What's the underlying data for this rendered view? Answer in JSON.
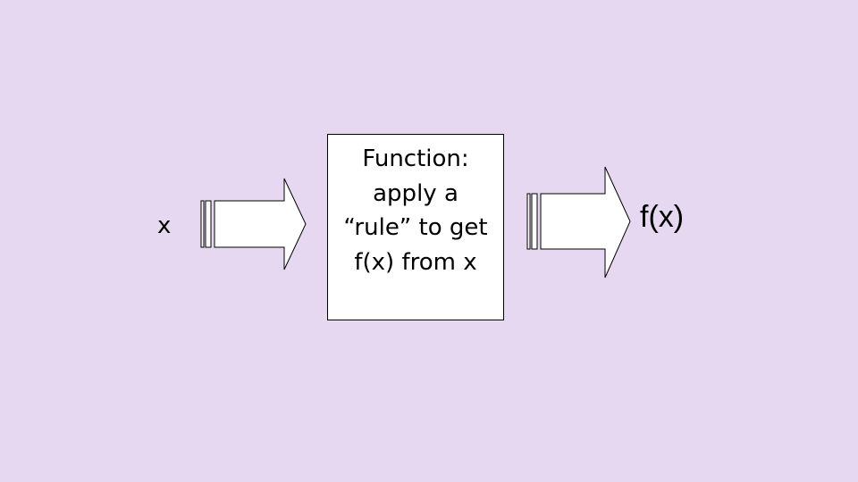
{
  "diagram": {
    "input_label": "x",
    "function_lines": [
      "Function:",
      "apply a",
      "“rule” to get",
      "f(x) from x"
    ],
    "output_label": "f(x)"
  },
  "colors": {
    "background": "#e6d8f0",
    "box_fill": "#ffffff",
    "stroke": "#000000"
  }
}
